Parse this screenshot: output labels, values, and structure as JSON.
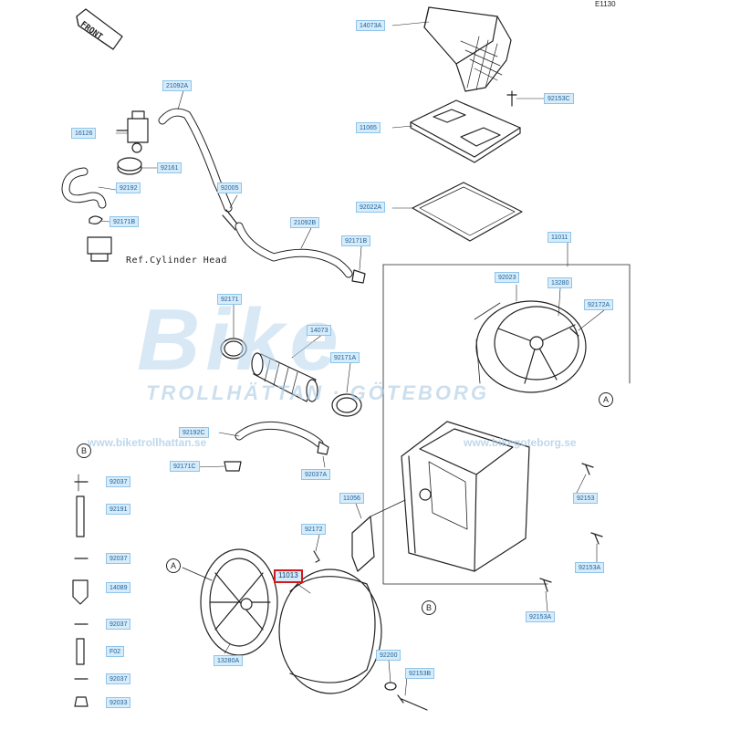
{
  "diagram": {
    "code": "E1130",
    "front_label": "FRONT",
    "ref_note": "Ref.Cylinder Head",
    "circle_markers": [
      "A",
      "B"
    ]
  },
  "watermark": {
    "brand": "Bike",
    "tagline": "TROLLHÄTTAN · GÖTEBORG",
    "url_left": "www.biketrollhattan.se",
    "url_right": "www.bikegoteborg.se"
  },
  "parts": {
    "p14073A": "14073A",
    "p92153C": "92153C",
    "p11065": "11065",
    "p92022A": "92022A",
    "p21092A": "21092A",
    "p16126": "16126",
    "p92161": "92161",
    "p92192": "92192",
    "p92171B_left": "92171B",
    "p92005": "92005",
    "p21092B": "21092B",
    "p92171B": "92171B",
    "p11011": "11011",
    "p92023": "92023",
    "p13280": "13280",
    "p92172A": "92172A",
    "p92171": "92171",
    "p14073": "14073",
    "p92171A": "92171A",
    "p92192C": "92192C",
    "p92171C": "92171C",
    "p92037A": "92037A",
    "p11056": "11056",
    "p92153": "92153",
    "p92172": "92172",
    "p92153A_1": "92153A",
    "p11013": "11013",
    "p92153A_2": "92153A",
    "p13280A": "13280A",
    "p92200": "92200",
    "p92153B": "92153B",
    "pB1": "92037",
    "pB2": "92191",
    "pB3": "92037",
    "pB4": "14089",
    "pB5": "92037",
    "pB6": "F02",
    "pB7": "92037",
    "pB8": "92033"
  },
  "highlight_color": "#d11a1a",
  "label_color": "#1f5f96"
}
